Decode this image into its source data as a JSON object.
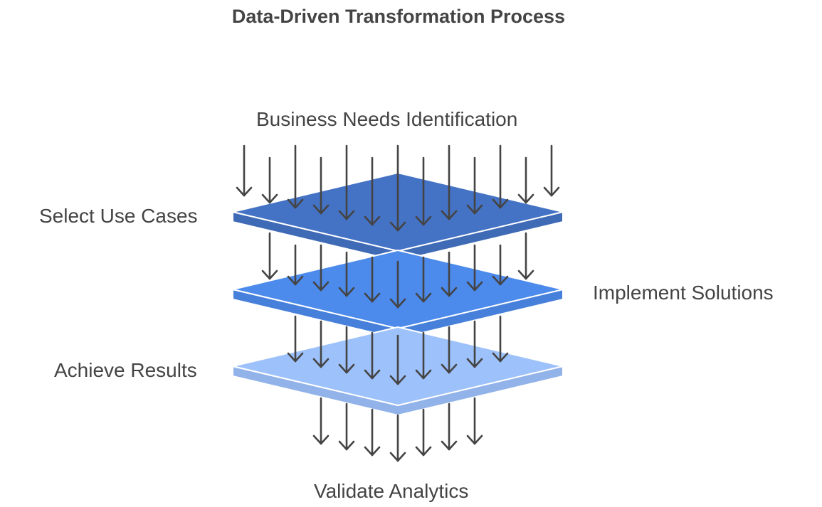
{
  "title": "Data-Driven Transformation Process",
  "labels": {
    "top": "Business Needs Identification",
    "left_upper": "Select Use Cases",
    "right": "Implement Solutions",
    "left_lower": "Achieve Results",
    "bottom": "Validate Analytics"
  },
  "layers": [
    {
      "name": "layer-1",
      "color": "#4472C4"
    },
    {
      "name": "layer-2",
      "color": "#4C8AEB"
    },
    {
      "name": "layer-3",
      "color": "#9DC1FA"
    }
  ],
  "arrow_color": "#444444"
}
